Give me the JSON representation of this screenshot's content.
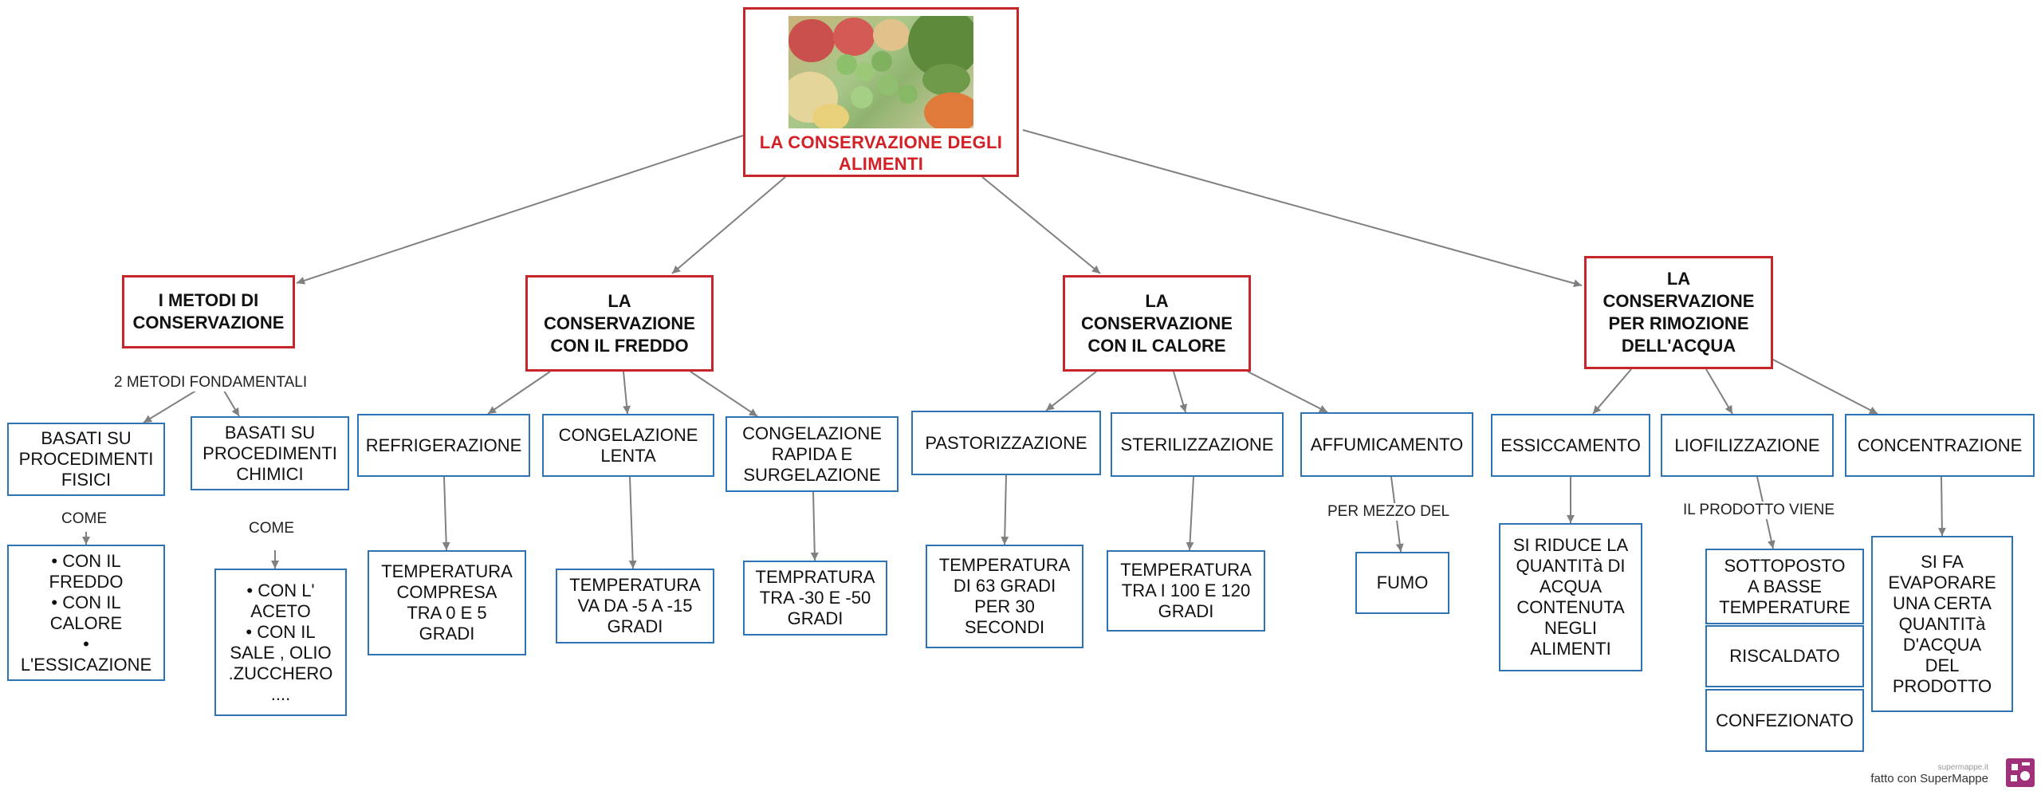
{
  "root": {
    "title_lines": [
      "LA CONSERVAZIONE DEGLI",
      "ALIMENTI"
    ],
    "image": "frozen-vegetables-photo"
  },
  "categories": [
    {
      "id": "metodi",
      "lines": [
        "I METODI DI",
        "CONSERVAZIONE"
      ]
    },
    {
      "id": "freddo",
      "lines": [
        "LA",
        "CONSERVAZIONE",
        "CON IL FREDDO"
      ]
    },
    {
      "id": "calore",
      "lines": [
        "LA",
        "CONSERVAZIONE",
        "CON IL CALORE"
      ]
    },
    {
      "id": "acqua",
      "lines": [
        "LA",
        "CONSERVAZIONE",
        "PER RIMOZIONE",
        "DELL'ACQUA"
      ]
    }
  ],
  "edge_labels": {
    "metodi_fondamentali": "2 METODI FONDAMENTALI",
    "come_fisici": "COME",
    "come_chimici": "COME",
    "per_mezzo": "PER MEZZO DEL",
    "prodotto_viene": "IL PRODOTTO VIENE"
  },
  "nodes": {
    "fisici": [
      "BASATI SU",
      "PROCEDIMENTI",
      "FISICI"
    ],
    "chimici": [
      "BASATI SU",
      "PROCEDIMENTI",
      "CHIMICI"
    ],
    "fisici_list": [
      "• CON IL",
      "FREDDO",
      "• CON IL",
      "CALORE",
      "•",
      "L'ESSICAZIONE"
    ],
    "chimici_list": [
      "• CON L'",
      "ACETO",
      "• CON IL",
      "SALE , OLIO",
      ".ZUCCHERO",
      "...."
    ],
    "refrigerazione": [
      "REFRIGERAZIONE"
    ],
    "cong_lenta": [
      "CONGELAZIONE",
      "LENTA"
    ],
    "cong_rapida": [
      "CONGELAZIONE",
      "RAPIDA E",
      "SURGELAZIONE"
    ],
    "temp_refrig": [
      "TEMPERATURA",
      "COMPRESA",
      "TRA 0 E 5",
      "GRADI"
    ],
    "temp_lenta": [
      "TEMPERATURA",
      "VA DA -5 A -15",
      "GRADI"
    ],
    "temp_rapida": [
      "TEMPRATURA",
      "TRA -30 E -50",
      "GRADI"
    ],
    "pastorizzazione": [
      "PASTORIZZAZIONE"
    ],
    "sterilizzazione": [
      "STERILIZZAZIONE"
    ],
    "affumicamento": [
      "AFFUMICAMENTO"
    ],
    "temp_past": [
      "TEMPERATURA",
      "DI 63 GRADI",
      "PER 30",
      "SECONDI"
    ],
    "temp_steril": [
      "TEMPERATURA",
      "TRA I 100 E 120",
      "GRADI"
    ],
    "fumo": [
      "FUMO"
    ],
    "essiccamento": [
      "ESSICCAMENTO"
    ],
    "liofilizzazione": [
      "LIOFILIZZAZIONE"
    ],
    "concentrazione": [
      "CONCENTRAZIONE"
    ],
    "riduce": [
      "SI RIDUCE LA",
      "QUANTITà DI",
      "ACQUA",
      "CONTENUTA",
      "NEGLI",
      "ALIMENTI"
    ],
    "sottoposto": [
      "SOTTOPOSTO",
      "A BASSE",
      "TEMPERATURE"
    ],
    "riscaldato": [
      "RISCALDATO"
    ],
    "confezionato": [
      "CONFEZIONATO"
    ],
    "evaporare": [
      "SI FA",
      "EVAPORARE",
      "UNA CERTA",
      "QUANTITà",
      "D'ACQUA",
      "DEL",
      "PRODOTTO"
    ]
  },
  "footer": {
    "small": "supermappe.it",
    "made_with": "fatto con SuperMappe"
  },
  "colors": {
    "root_title": "#d31f26",
    "red_border": "#c6262a",
    "blue_border": "#2e74b5",
    "edge": "#808080",
    "logo": "#a0307a"
  }
}
